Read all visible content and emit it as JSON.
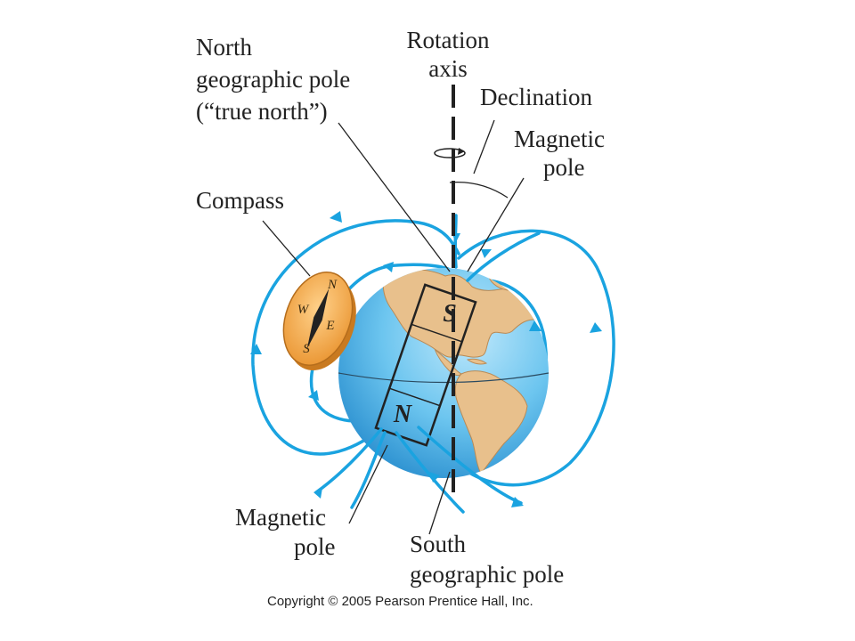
{
  "labels": {
    "north_geo_line1": "North",
    "north_geo_line2": "geographic pole",
    "north_geo_line3": "(“true north”)",
    "rotation_line1": "Rotation",
    "rotation_line2": "axis",
    "declination": "Declination",
    "mag_pole_top_line1": "Magnetic",
    "mag_pole_top_line2": "pole",
    "compass": "Compass",
    "mag_pole_bottom_line1": "Magnetic",
    "mag_pole_bottom_line2": "pole",
    "south_geo_line1": "South",
    "south_geo_line2": "geographic pole"
  },
  "magnet": {
    "upper_pole": "S",
    "lower_pole": "N"
  },
  "compass_dial": {
    "n": "N",
    "e": "E",
    "s": "S",
    "w": "W"
  },
  "copyright": "Copyright © 2005 Pearson Prentice Hall, Inc.",
  "colors": {
    "field_lines": "#1aa3e0",
    "ocean": "#4fb3e8",
    "land": "#e8c08c",
    "compass": "#f3a640",
    "axis": "#222222"
  }
}
